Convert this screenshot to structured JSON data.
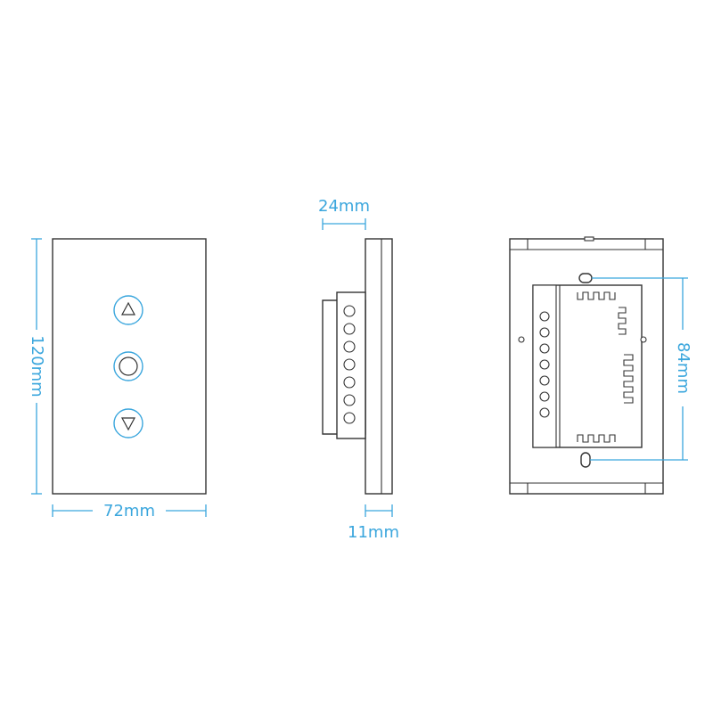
{
  "dimensions": {
    "height": "120mm",
    "width": "72mm",
    "depth_module": "24mm",
    "depth_plate": "11mm",
    "mount_spacing": "84mm"
  },
  "icons": {
    "up_button": "triangle-up-icon",
    "center_button": "circle-button-icon",
    "down_button": "triangle-down-icon"
  },
  "colors": {
    "dimension": "#3aa6dd",
    "outline": "#333333",
    "background": "#ffffff"
  }
}
